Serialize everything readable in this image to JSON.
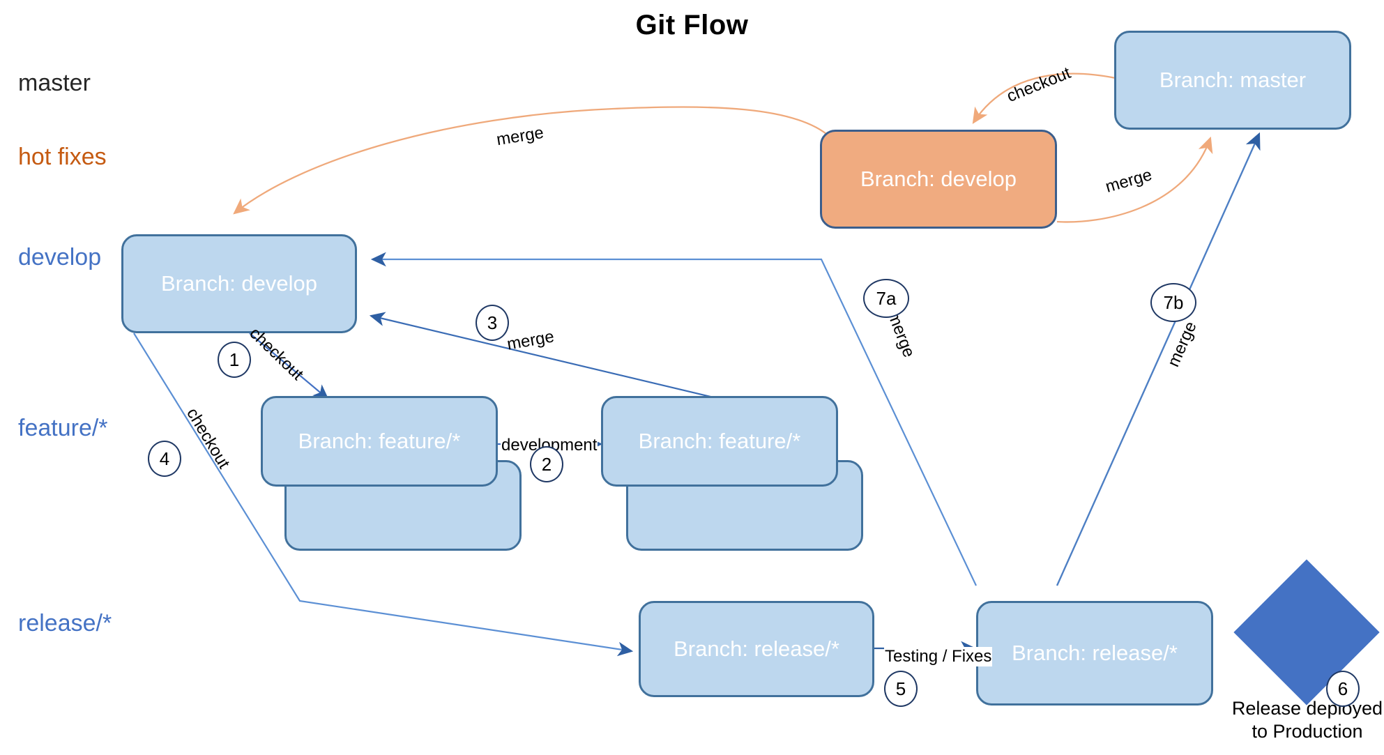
{
  "title": "Git Flow",
  "colors": {
    "node_fill": "#BDD7EE",
    "node_stroke": "#41719C",
    "hotfix_fill": "#F0AB80",
    "hotfix_stroke": "#3B5E8C",
    "deploy_fill": "#4472C4",
    "blue_text": "#4472C4",
    "hotfix_text": "#C55A11",
    "arrow_blue": "#4472C4",
    "arrow_orange": "#ED9B63"
  },
  "lanes": [
    {
      "key": "master",
      "label": "master"
    },
    {
      "key": "hotfix",
      "label": "hot fixes"
    },
    {
      "key": "develop",
      "label": "develop"
    },
    {
      "key": "feature",
      "label": "feature/*"
    },
    {
      "key": "release",
      "label": "release/*"
    }
  ],
  "nodes": {
    "master_top": {
      "label": "Branch: master"
    },
    "hotfix_develop": {
      "label": "Branch: develop"
    },
    "develop_main": {
      "label": "Branch: develop"
    },
    "feature_a_front": {
      "label": "Branch: feature/*"
    },
    "feature_a_back": {
      "label": "Branch: feature/*"
    },
    "feature_b_front": {
      "label": "Branch: feature/*"
    },
    "feature_b_back": {
      "label": "Branch: feature/*"
    },
    "release_left": {
      "label": "Branch: release/*"
    },
    "release_right": {
      "label": "Branch: release/*"
    },
    "deploy_diamond": {
      "label": ""
    }
  },
  "edge_labels": {
    "hotfix_merge_to_develop": "merge",
    "hotfix_checkout": "checkout",
    "hotfix_merge_to_master": "merge",
    "feature_checkout": "checkout",
    "feature_development": "development",
    "feature_merge": "merge",
    "release_checkout": "checkout",
    "release_testing_fixes": "Testing / Fixes",
    "release_merge_develop": "merge",
    "release_merge_master": "merge"
  },
  "step_badges": [
    {
      "id": "1",
      "label": "1"
    },
    {
      "id": "2",
      "label": "2"
    },
    {
      "id": "3",
      "label": "3"
    },
    {
      "id": "4",
      "label": "4"
    },
    {
      "id": "5",
      "label": "5"
    },
    {
      "id": "6",
      "label": "6"
    },
    {
      "id": "7a",
      "label": "7a"
    },
    {
      "id": "7b",
      "label": "7b"
    }
  ],
  "captions": {
    "deploy": "Release deployed\nto Production"
  }
}
